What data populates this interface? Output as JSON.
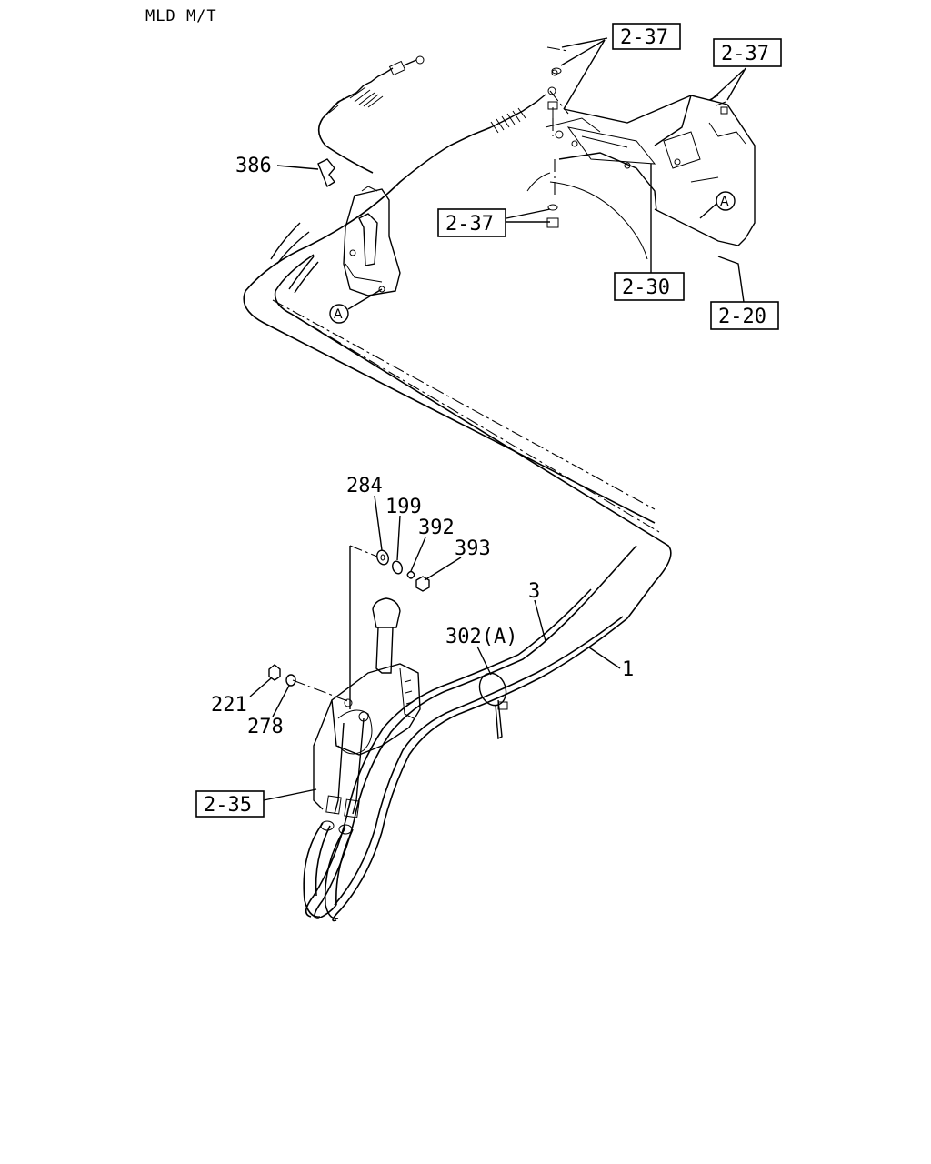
{
  "diagram": {
    "title": "MLD M/T",
    "boxed_refs": {
      "ref_237_top": "2-37",
      "ref_237_right": "2-37",
      "ref_237_mid": "2-37",
      "ref_230": "2-30",
      "ref_220": "2-20",
      "ref_235": "2-35"
    },
    "part_numbers": {
      "p386": "386",
      "p284": "284",
      "p199": "199",
      "p392": "392",
      "p393": "393",
      "p3": "3",
      "p302": "302(A)",
      "p1": "1",
      "p221": "221",
      "p278": "278"
    },
    "markers": {
      "a_upper": "A",
      "a_bracket": "A"
    }
  }
}
